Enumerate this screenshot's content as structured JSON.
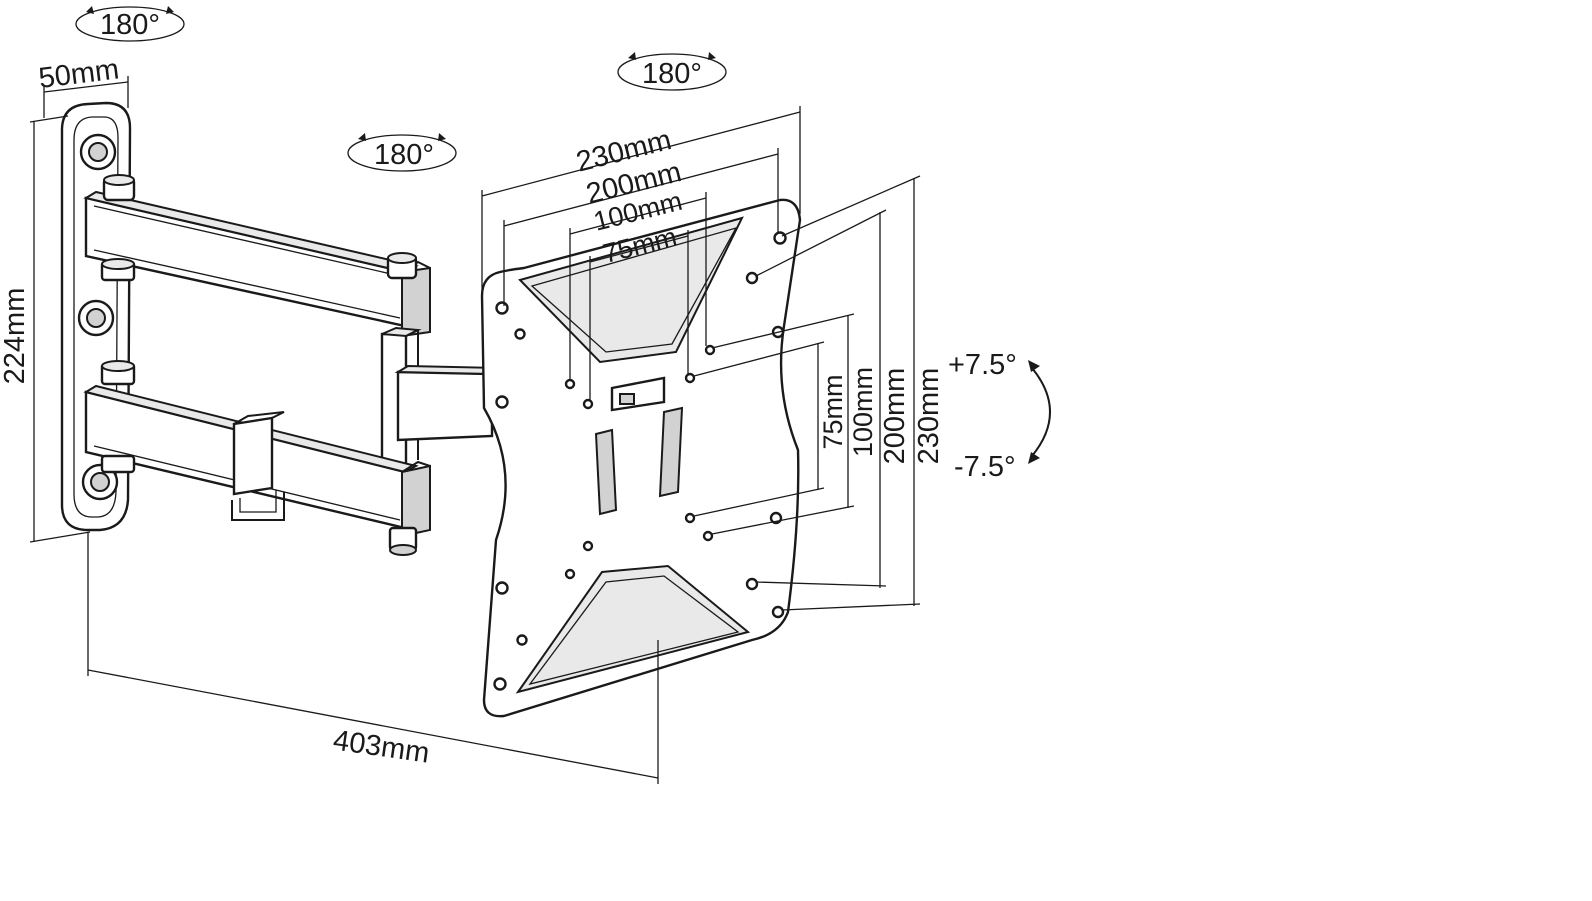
{
  "rotations": {
    "wall_swivel": "180°",
    "head_swivel": "180°",
    "elbow_swivel": "180°"
  },
  "tilt": {
    "up": "+7.5°",
    "down": "-7.5°"
  },
  "dimensions": {
    "wall_plate_width": "50mm",
    "wall_plate_height": "224mm",
    "extension": "403mm",
    "vesa_horizontal": [
      "230mm",
      "200mm",
      "100mm",
      "75mm"
    ],
    "vesa_vertical": [
      "75mm",
      "100mm",
      "200mm",
      "230mm"
    ]
  },
  "colors": {
    "line": "#1a1a1a",
    "background": "#ffffff"
  }
}
